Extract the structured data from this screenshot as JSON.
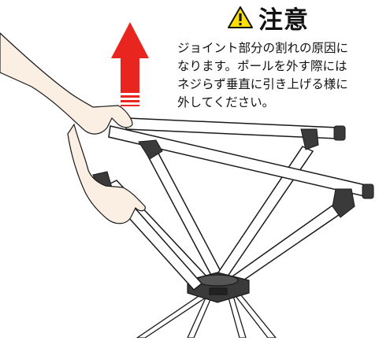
{
  "caution": {
    "title": "注意",
    "icon": "warning-triangle-icon",
    "lines": [
      "ジョイント部分の割れの原因に",
      "なります。ポールを外す際には",
      "ネジらず垂直に引き上げる様に",
      "外してください。"
    ]
  },
  "arrow": {
    "icon": "arrow-up-icon",
    "color": "#e8251f"
  },
  "colors": {
    "frame": "#ffffff",
    "outline": "#1a1a1a",
    "joint": "#3a3a3a",
    "skin": "#fbeee2"
  }
}
